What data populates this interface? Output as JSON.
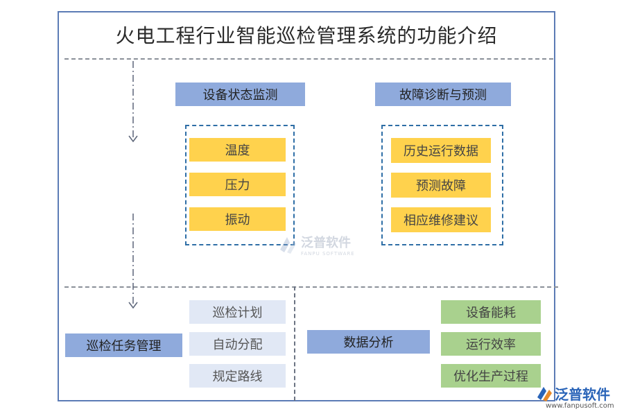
{
  "title": "火电工程行业智能巡检管理系统的功能介绍",
  "monitoring": {
    "label": "设备状态监测",
    "items": [
      "温度",
      "压力",
      "振动"
    ]
  },
  "diagnosis": {
    "label": "故障诊断与预测",
    "items": [
      "历史运行数据",
      "预测故障",
      "相应维修建议"
    ]
  },
  "task": {
    "label": "巡检任务管理",
    "items": [
      "巡检计划",
      "自动分配",
      "规定路线"
    ]
  },
  "analysis": {
    "label": "数据分析",
    "items": [
      "设备能耗",
      "运行效率",
      "优化生产过程"
    ]
  },
  "watermark": {
    "name": "泛普软件",
    "sub": "FANPU SOFTWARE"
  },
  "logo": {
    "name": "泛普软件",
    "url": "www.fanpusoft.com"
  },
  "colors": {
    "header_blue": "#8faadc",
    "yellow": "#ffd24d",
    "pale_blue": "#e1e8f5",
    "green": "#a9d18e",
    "frame": "#5b7bb5",
    "group_border": "#2e6ea6"
  }
}
